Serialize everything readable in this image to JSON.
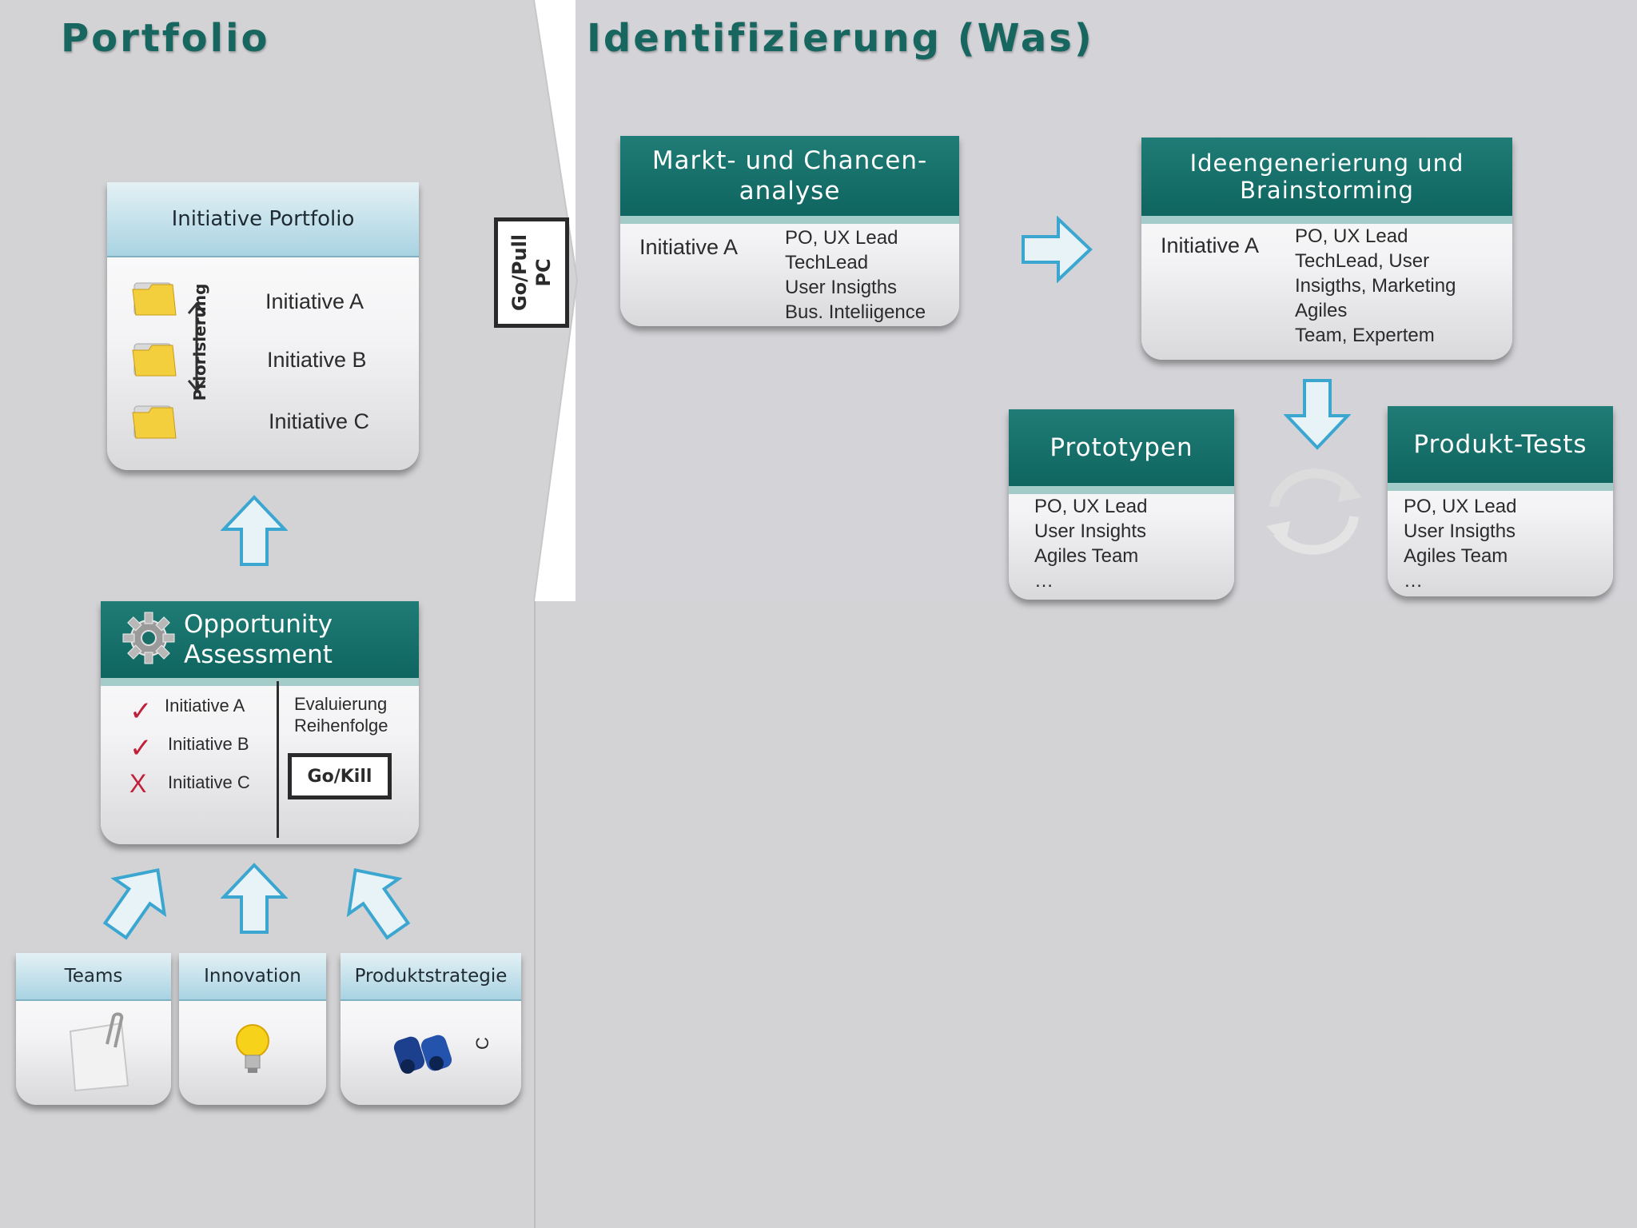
{
  "headings": {
    "portfolio": "Portfolio",
    "identification": "Identifizierung (Was)"
  },
  "initiative_portfolio": {
    "title": "Initiative  Portfolio",
    "items": [
      "Initiative A",
      "Initiative B",
      "Initiative C"
    ],
    "priority_label": "Priorisierung"
  },
  "opportunity_assessment": {
    "title_line1": "Opportunity",
    "title_line2": "Assessment",
    "items": [
      {
        "label": "Initiative A",
        "mark": "✓"
      },
      {
        "label": "Initiative B",
        "mark": "✓"
      },
      {
        "label": "Initiative C",
        "mark": "X"
      }
    ],
    "eval_line1": "Evaluierung",
    "eval_line2": "Reihenfolge",
    "gate": "Go/Kill"
  },
  "sources": [
    {
      "title": "Teams",
      "icon": "paperclip-note-icon"
    },
    {
      "title": "Innovation",
      "icon": "lightbulb-icon"
    },
    {
      "title": "Produktstrategie",
      "icon": "binoculars-icon",
      "extra": "C"
    }
  ],
  "gate_go_pull": {
    "line1": "Go/Pull",
    "line2": "PC"
  },
  "market_analysis": {
    "title_line1": "Markt- und Chancen-",
    "title_line2": "analyse",
    "initiative": "Initiative A",
    "roles": [
      "PO, UX Lead",
      "TechLead",
      "User Insigths",
      "Bus. Inteliigence"
    ]
  },
  "ideation": {
    "title_line1": "Ideengenerierung und",
    "title_line2": "Brainstorming",
    "initiative": "Initiative A",
    "roles": [
      "PO, UX Lead",
      "TechLead, User",
      "Insigths, Marketing",
      "Agiles",
      "Team, Expertem"
    ]
  },
  "prototypes": {
    "title": "Prototypen",
    "roles": [
      "PO, UX Lead",
      "User Insights",
      "Agiles Team",
      "…"
    ]
  },
  "product_tests": {
    "title": "Produkt-Tests",
    "roles": [
      "PO, UX Lead",
      "User Insigths",
      "Agiles Team",
      "…"
    ]
  },
  "colors": {
    "teal": "#17665f",
    "arrow_stroke": "#3ba7d0",
    "arrow_fill": "#e8f3f8",
    "check": "#c0203a"
  }
}
